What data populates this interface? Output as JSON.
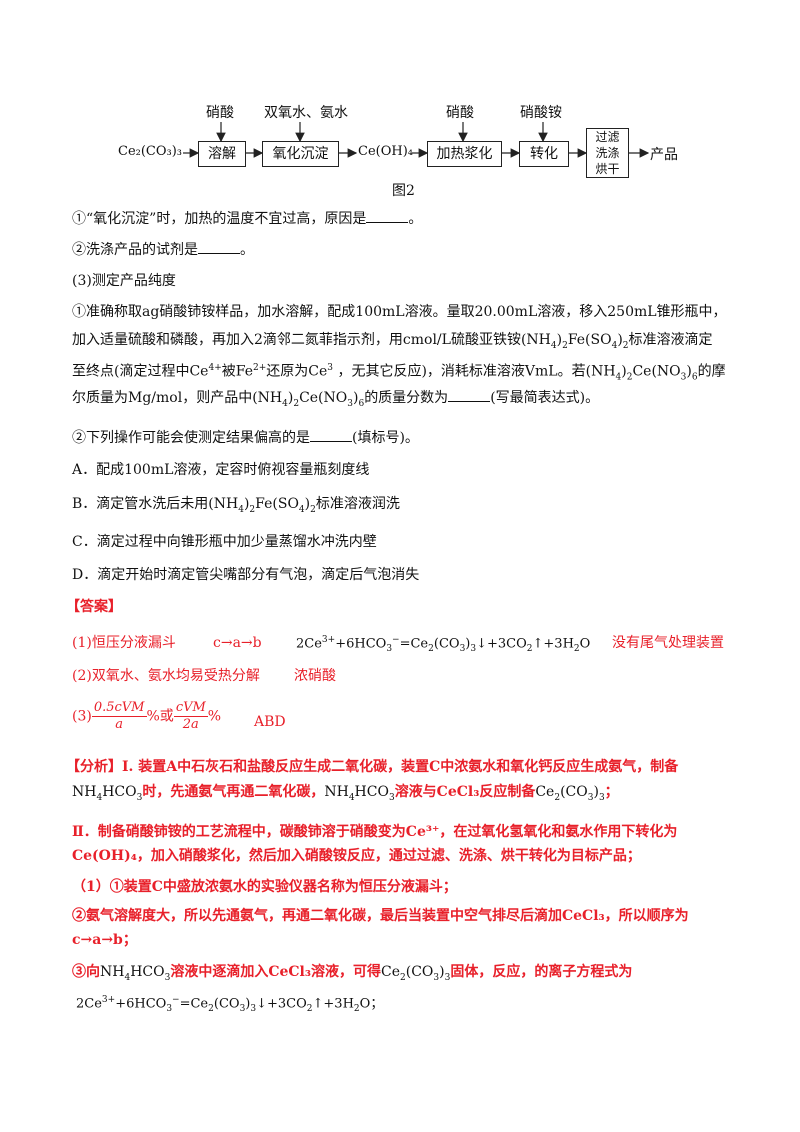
{
  "flow": {
    "start": "Ce₂(CO₃)₃",
    "reagent_1": "硝酸",
    "box_1": "溶解",
    "reagent_2": "双氧水、氨水",
    "box_2": "氧化沉淀",
    "mid": "Ce(OH)₄",
    "reagent_3": "硝酸",
    "box_3": "加热浆化",
    "reagent_4": "硝酸铵",
    "box_4": "转化",
    "box_5": [
      "过滤",
      "洗涤",
      "烘干"
    ],
    "end": "产品",
    "caption": "图2"
  },
  "questions": {
    "q_oxidation": "①“氧化沉淀”时，加热的温度不宜过高，原因是",
    "q_wash": "②洗涤产品的试剂是",
    "q3_title": "(3)测定产品纯度",
    "q3_1_line1": "①准确称取ag硝酸铈铵样品，加水溶解，配成100mL溶液。量取20.00mL溶液，移入250mL锥形瓶中，",
    "q3_1_line2a": "加入适量硫酸和磷酸，再加入2滴邻二氮菲指示剂，用cmol/L硫酸亚铁铵",
    "q3_1_line2b": "标准溶液滴定",
    "q3_1_line3a": "至终点(滴定过程中Ce",
    "q3_1_line3b": "被Fe",
    "q3_1_line3c": "还原为Ce",
    "q3_1_line3d": "，无其它反应)，消耗标准溶液VmL。若",
    "q3_1_line3e": "的摩",
    "q3_1_line4a": "尔质量为Mg/mol，则产品中",
    "q3_1_line4b": "的质量分数为",
    "q3_1_line4c": "(写最简表达式)。",
    "q3_2": "②下列操作可能会使测定结果偏高的是",
    "q3_2_tail": "(填标号)。",
    "opt_a": "A．配成100mL溶液，定容时俯视容量瓶刻度线",
    "opt_b_a": "B．滴定管水洗后未用",
    "opt_b_b": "标准溶液润洗",
    "opt_c": "C．滴定过程中向锥形瓶中加少量蒸馏水冲洗内壁",
    "opt_d": "D．滴定开始时滴定管尖嘴部分有气泡，滴定后气泡消失"
  },
  "answer": {
    "header": "【答案】",
    "a1_1": "(1)恒压分液漏斗",
    "a1_2": "c→a→b",
    "a1_4": "没有尾气处理装置",
    "a2_1": "(2)双氧水、氨水均易受热分解",
    "a2_2": "浓硝酸",
    "a3_prefix": "(3)",
    "a3_or": "%或",
    "a3_pct": "%",
    "a3_abd": "ABD"
  },
  "analysis": {
    "p1_a": "【分析】Ⅰ. 装置A中石灰石和盐酸反应生成二氧化碳，装置C中浓氨水和氧化钙反应生成氨气，制备",
    "p1_b": "时，先通氨气再通二氧化碳，",
    "p1_c": "溶液与CeCl₃反应制备",
    "p2_a": "Ⅱ．制备硝酸铈铵的工艺流程中，碳酸铈溶于硝酸变为Ce³⁺，在过氧化氢氧化和氨水作用下转化为",
    "p2_b": "Ce(OH)₄，加入硝酸浆化，然后加入硝酸铵反应，通过过滤、洗涤、烘干转化为目标产品；",
    "p3": "（1）①装置C中盛放浓氨水的实验仪器名称为恒压分液漏斗；",
    "p4_a": "②氨气溶解度大，所以先通氨气，再通二氧化碳，最后当装置中空气排尽后滴加CeCl₃，所以顺序为",
    "p4_b": "c→a→b；",
    "p5_a": "③向",
    "p5_b": "溶液中逐滴加入CeCl₃溶液，可得",
    "p5_c": "固体，反应，的离子方程式为"
  }
}
